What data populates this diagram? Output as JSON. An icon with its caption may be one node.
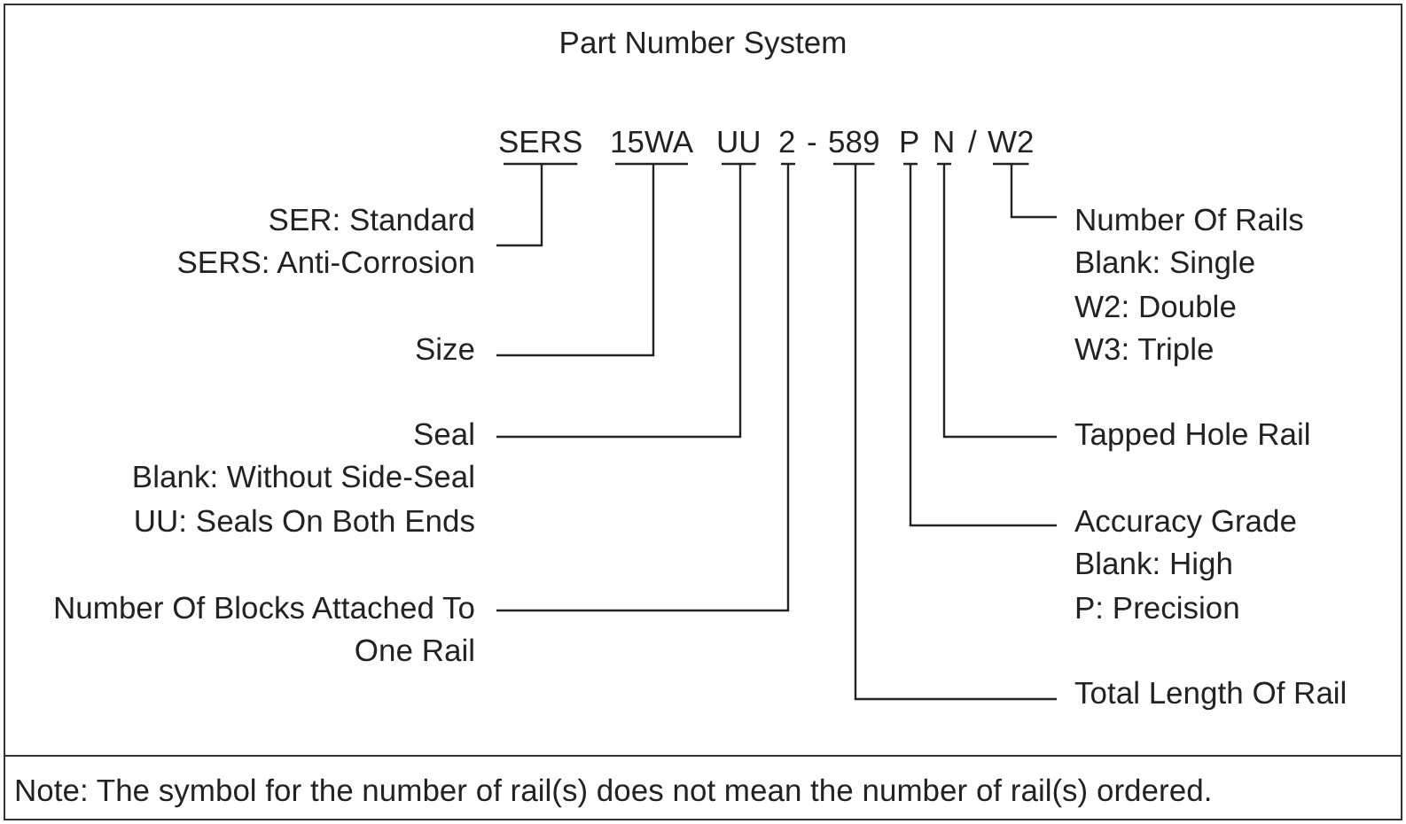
{
  "diagram": {
    "title": "Part Number System",
    "caption": "Note: The symbol for the number of rail(s) does not mean the number of rail(s) ordered.",
    "nodes": [
      {
        "text": [
          "SERS"
        ]
      },
      {
        "text": [
          "15WA"
        ]
      },
      {
        "text": [
          "UU"
        ]
      },
      {
        "text": [
          "2"
        ]
      },
      {
        "text": [
          "589"
        ]
      },
      {
        "text": [
          "P"
        ]
      },
      {
        "text": [
          "N"
        ]
      },
      {
        "text": [
          "W2"
        ]
      },
      {
        "text": [
          "SER: Standard",
          "SERS: Anti-Corrosion"
        ]
      },
      {
        "text": [
          "Size"
        ]
      },
      {
        "text": [
          "Seal",
          "Blank: Without Side-Seal",
          "UU: Seals On Both Ends"
        ]
      },
      {
        "text": [
          "Number Of Blocks Attached To One Rail"
        ]
      },
      {
        "text": [
          "Number Of Rails",
          "Blank: Single",
          "W2: Double",
          "W3: Triple"
        ]
      },
      {
        "text": [
          "Tapped Hole Rail"
        ]
      },
      {
        "text": [
          "Accuracy Grade",
          "Blank: High",
          "P: Precision"
        ]
      },
      {
        "text": [
          "Total Length Of Rail"
        ]
      }
    ],
    "edges": [
      {
        "from": 0,
        "to": 8,
        "arrow": "none"
      },
      {
        "from": 1,
        "to": 9,
        "arrow": "none"
      },
      {
        "from": 2,
        "to": 10,
        "arrow": "none"
      },
      {
        "from": 3,
        "to": 11,
        "arrow": "none"
      },
      {
        "from": 4,
        "to": 15,
        "arrow": "none"
      },
      {
        "from": 5,
        "to": 14,
        "arrow": "none"
      },
      {
        "from": 6,
        "to": 13,
        "arrow": "none"
      },
      {
        "from": 7,
        "to": 12,
        "arrow": "none"
      }
    ],
    "labels": [
      "-",
      "/"
    ]
  }
}
